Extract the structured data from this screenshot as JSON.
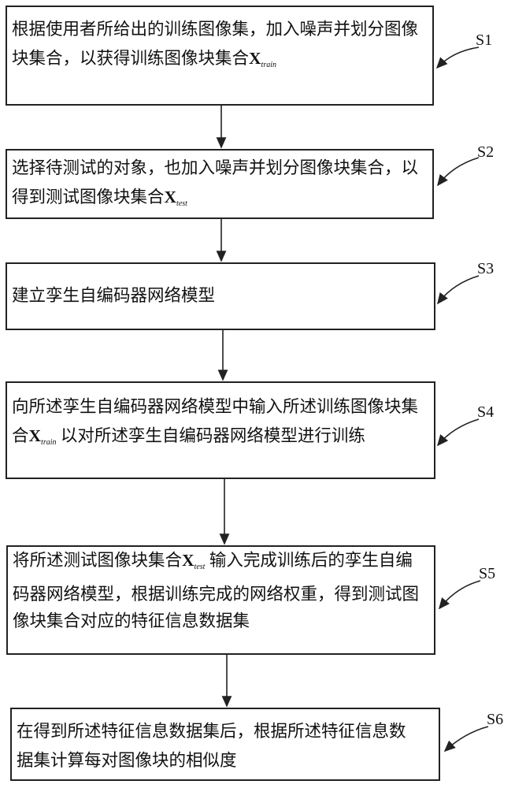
{
  "steps": [
    {
      "id": "S1",
      "text": "根据使用者所给出的训练图像集，加入噪声并划分图像块集合，以获得训练图像块集合",
      "var": "X",
      "sub": "train",
      "after": ""
    },
    {
      "id": "S2",
      "text": "选择待测试的对象，也加入噪声并划分图像块集合，以得到测试图像块集合",
      "var": "X",
      "sub": "test",
      "after": ""
    },
    {
      "id": "S3",
      "text": "建立孪生自编码器网络模型"
    },
    {
      "id": "S4",
      "text": "向所述孪生自编码器网络模型中输入所述训练图像块集合",
      "var": "X",
      "sub": "train",
      "after": " 以对所述孪生自编码器网络模型进行训练"
    },
    {
      "id": "S5",
      "text": "将所述测试图像块集合",
      "var": "X",
      "sub": "test",
      "after": " 输入完成训练后的孪生自编码器网络模型，根据训练完成的网络权重，得到测试图像块集合对应的特征信息数据集"
    },
    {
      "id": "S6",
      "text": "在得到所述特征信息数据集后，根据所述特征信息数据集计算每对图像块的相似度"
    }
  ]
}
